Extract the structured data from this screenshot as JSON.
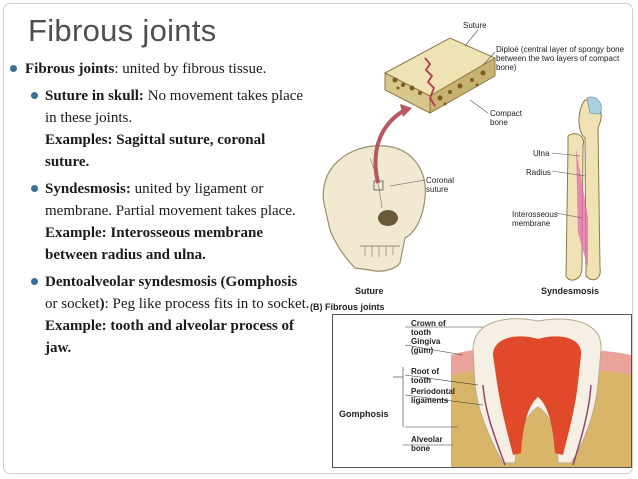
{
  "slide": {
    "title": "Fibrous joints",
    "bullets": {
      "b1_bold": "Fibrous joints",
      "b1_rest": ": united by fibrous tissue.",
      "b2_bold": "Suture in skull:",
      "b2_rest": " No movement takes place in these joints.",
      "b2_example": "Examples: Sagittal suture, coronal suture.",
      "b3_bold": "Syndesmosis:",
      "b3_rest": " united by ligament or membrane. Partial movement takes place. ",
      "b3_example": "Example: Interosseous membrane between radius and ulna.",
      "b4_bold1": "Dentoalveolar syndesmosis (Gomphosis",
      "b4_mid": " or socket",
      "b4_bold2": ")",
      "b4_rest": ": Peg like process fits in to socket. ",
      "b4_example": "Example: tooth and alveolar process of jaw."
    }
  },
  "figure": {
    "labels": {
      "suture_top": "Suture",
      "diploe": "Diploë (central layer of spongy bone between the two layers of compact bone)",
      "compact_bone": "Compact bone",
      "coronal_suture": "Coronal suture",
      "ulna": "Ulna",
      "radius": "Radius",
      "interosseous": "Interosseous membrane",
      "suture_caption": "Suture",
      "syndesmosis_caption": "Syndesmosis",
      "section_title": "(B) Fibrous joints",
      "crown": "Crown of tooth",
      "gingiva": "Gingiva (gum)",
      "root": "Root of tooth",
      "periodontal": "Periodontal ligaments",
      "alveolar": "Alveolar bone",
      "gomphosis": "Gomphosis"
    },
    "colors": {
      "bone": "#efe2b4",
      "spongy": "#8a6a2a",
      "suture_line": "#b03a4e",
      "arrow": "#b8575f",
      "skull": "#f2e9d2",
      "ulna_tip": "#a9cfe0",
      "membrane": "#e56aa8",
      "enamel": "#f6efe4",
      "pulp": "#e04a2a",
      "gum": "#e9a39a",
      "alveolar": "#d9b56a"
    }
  }
}
